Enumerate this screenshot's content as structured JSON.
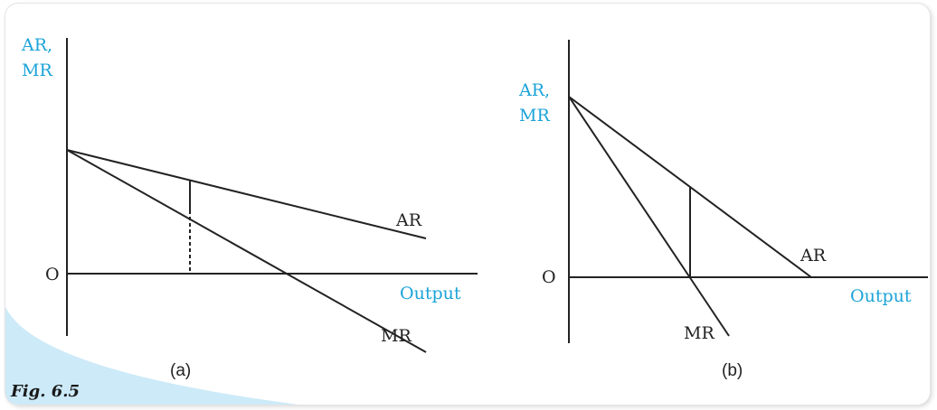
{
  "figure": {
    "caption": "Fig. 6.5",
    "accent_color": "#1ba3d8",
    "caption_bg_color": "#cdeaf8"
  },
  "panel_a": {
    "y_label_line1": "AR,",
    "y_label_line2": "MR",
    "origin_label": "O",
    "x_label": "Output",
    "ar_label": "AR",
    "mr_label": "MR",
    "sub_caption": "(a)"
  },
  "panel_b": {
    "y_label_line1": "AR,",
    "y_label_line2": "MR",
    "origin_label": "O",
    "x_label": "Output",
    "ar_label": "AR",
    "mr_label": "MR",
    "sub_caption": "(b)"
  }
}
